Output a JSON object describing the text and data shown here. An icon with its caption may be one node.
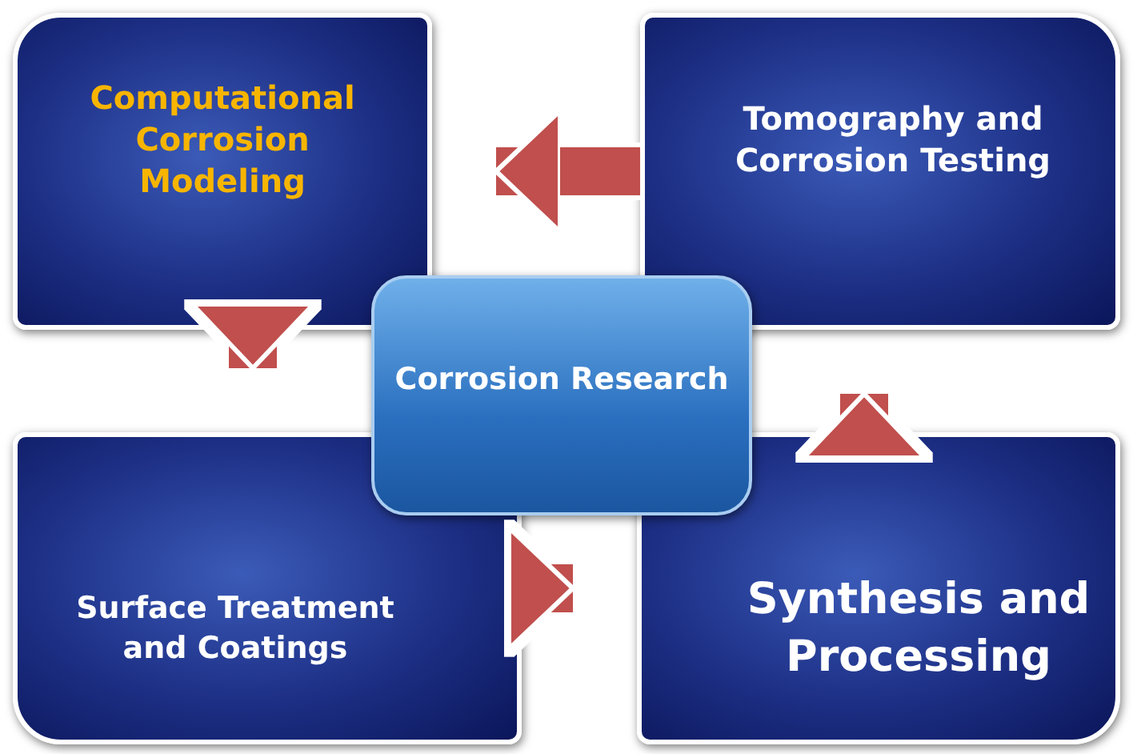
{
  "diagram": {
    "nodes": [
      {
        "text": [
          "Computational Corrosion Modeling"
        ]
      },
      {
        "text": [
          "Tomography and Corrosion Testing"
        ]
      },
      {
        "text": [
          "Corrosion Research"
        ]
      },
      {
        "text": [
          "Surface Treatment and Coatings"
        ]
      },
      {
        "text": [
          "Synthesis and Processing"
        ]
      }
    ],
    "edges": [
      {
        "from": 1,
        "to": 0,
        "arrow": "to"
      },
      {
        "from": 0,
        "to": 3,
        "arrow": "to"
      },
      {
        "from": 3,
        "to": 4,
        "arrow": "to"
      },
      {
        "from": 4,
        "to": 1,
        "arrow": "to"
      }
    ]
  }
}
